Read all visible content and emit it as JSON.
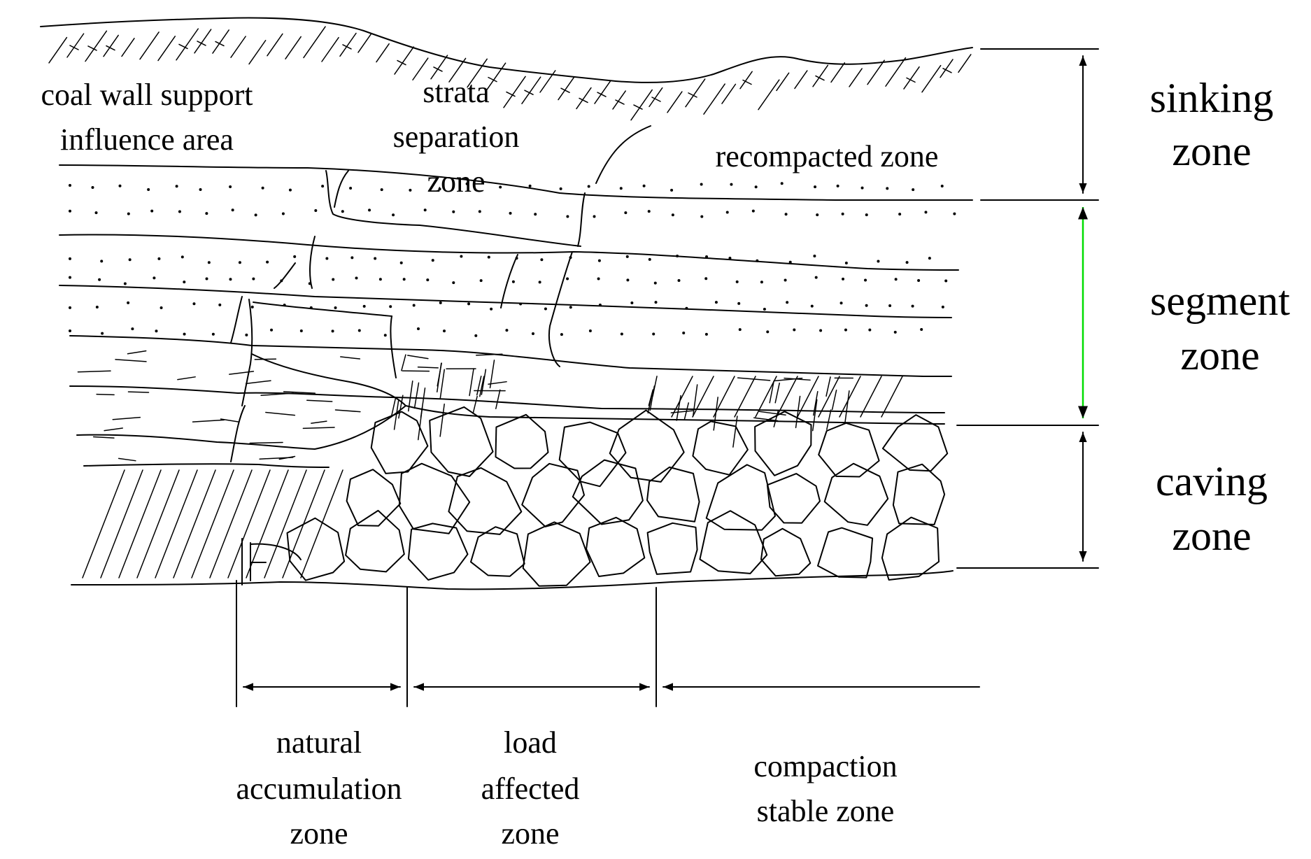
{
  "labels": {
    "coal_wall_line1": "coal wall support",
    "coal_wall_line2": "influence area",
    "strata_line1": "strata",
    "strata_line2": "separation",
    "strata_line3": "zone",
    "recompacted": "recompacted zone",
    "sinking_line1": "sinking",
    "sinking_line2": "zone",
    "segment_line1": "segment",
    "segment_line2": "zone",
    "caving_line1": "caving",
    "caving_line2": "zone",
    "natural_line1": "natural",
    "natural_line2": "accumulation",
    "natural_line3": "zone",
    "load_line1": "load",
    "load_line2": "affected",
    "load_line3": "zone",
    "compaction_line1": "compaction",
    "compaction_line2": "stable zone"
  },
  "colors": {
    "ink": "#000000",
    "segment_arrow": "#00dd00",
    "background": "#ffffff"
  }
}
